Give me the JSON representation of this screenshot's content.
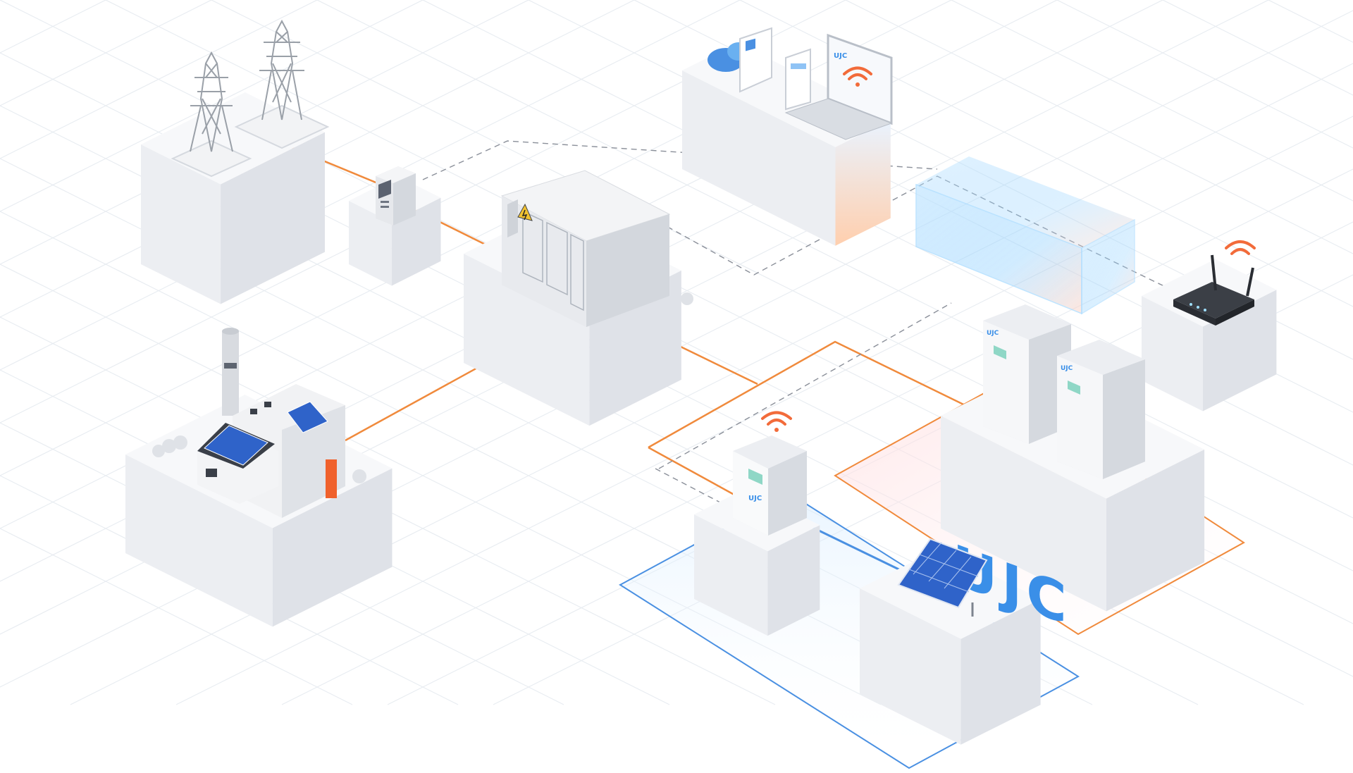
{
  "diagram": {
    "brand_mark": "UJC",
    "colors": {
      "ac_line": "#f08a3c",
      "dc_line": "#4a90e2",
      "data_link": "#8a8f99",
      "grid": "#e8ecf1",
      "block_top": "#f7f8fa",
      "block_left": "#eceef2",
      "block_right": "#dfe2e8",
      "brand_blue": "#3a8fe8",
      "brand_orange": "#f39a3b",
      "solar_blue": "#2f63c9",
      "wifi": "#f26b3a"
    },
    "nodes": [
      {
        "name": "power-grid-towers",
        "icon": "transmission-tower-icon"
      },
      {
        "name": "energy-meter",
        "icon": "meter-icon"
      },
      {
        "name": "transformer-cabinet",
        "icon": "high-voltage-icon"
      },
      {
        "name": "monitoring-platform",
        "icon": "computer-cloud-icon"
      },
      {
        "name": "brand-logo-hologram",
        "icon": "ujc-logo-icon"
      },
      {
        "name": "router",
        "icon": "router-wifi-icon"
      },
      {
        "name": "factory-with-solar",
        "icon": "factory-icon"
      },
      {
        "name": "string-inverter",
        "icon": "inverter-wifi-icon"
      },
      {
        "name": "energy-storage-cabinets",
        "icon": "battery-cabinet-icon"
      },
      {
        "name": "solar-panel-array",
        "icon": "solar-panel-icon"
      }
    ]
  }
}
